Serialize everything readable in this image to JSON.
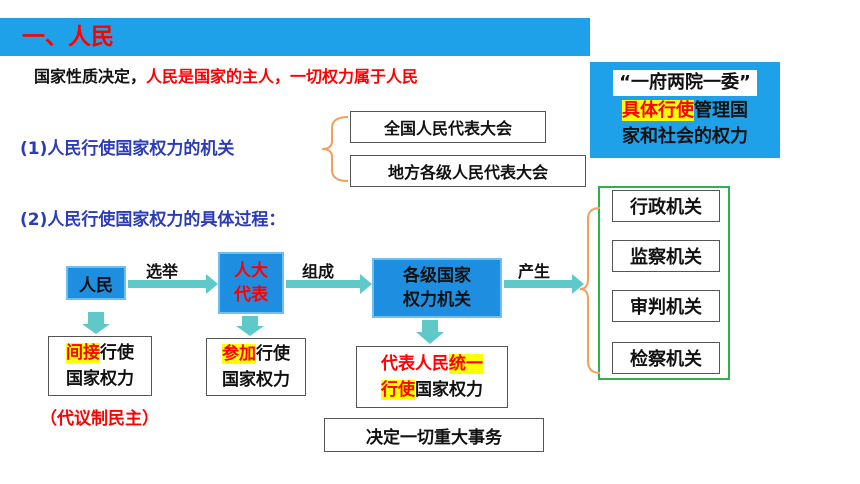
{
  "header": {
    "title": "一、人民"
  },
  "intro": {
    "part1": "国家性质决定，",
    "part2": "人民是国家的主人，一切权力属于人民"
  },
  "section1": {
    "label": "(1)人民行使国家权力的机关",
    "organs": [
      "全国人民代表大会",
      "地方各级人民代表大会"
    ]
  },
  "section2": {
    "label": "(2)人民行使国家权力的具体过程："
  },
  "flow": {
    "nodes": {
      "people": "人民",
      "npc_a": "人大",
      "npc_b": "代表",
      "organs_a": "各级国家",
      "organs_b": "权力机关"
    },
    "arrows": {
      "elect": "选举",
      "compose": "组成",
      "produce": "产生"
    }
  },
  "notes": {
    "people": {
      "hl": "间接",
      "rest": "行使",
      "line2": "国家权力",
      "sub": "（代议制民主）"
    },
    "npc": {
      "hl": "参加",
      "rest": "行使",
      "line2": "国家权力"
    },
    "organs": {
      "p1": "代表人民",
      "p2": "统一",
      "p3": "行使",
      "p4": "国家权力",
      "extra": "决定一切重大事务"
    }
  },
  "topright": {
    "line1": "“一府两院一委”",
    "hl": "具体行使",
    "rest": "管理国",
    "line3": "家和社会的权力"
  },
  "state_organs": [
    "行政机关",
    "监察机关",
    "审判机关",
    "检察机关"
  ],
  "colors": {
    "header_bg": "#1ea1e8",
    "node_bg": "#1e8ee0",
    "arrow": "#5fc8c8",
    "bracket": "#f0a060",
    "green_frame": "#2eb24a"
  }
}
